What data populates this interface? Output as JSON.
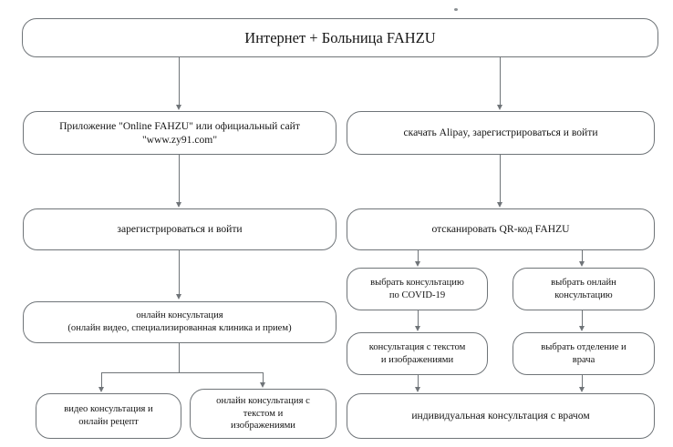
{
  "diagram": {
    "title_node": {
      "id": "root",
      "text": "Интернет + Больница FAHZU"
    },
    "nodes": [
      {
        "id": "app_site",
        "text": "Приложение \"Online FAHZU\" или официальный сайт \"www.zy91.com\""
      },
      {
        "id": "alipay",
        "text": "скачать Alipay, зарегистрироваться и войти"
      },
      {
        "id": "register",
        "text": "зарегистрироваться и войти"
      },
      {
        "id": "scan_qr",
        "text": "отсканировать QR-код FAHZU"
      },
      {
        "id": "online_cons",
        "text": "онлайн консультация\n(онлайн видео, специализированная клиника и прием)"
      },
      {
        "id": "covid_cons",
        "text": "выбрать консультацию\nпо COVID-19"
      },
      {
        "id": "online_sel",
        "text": "выбрать онлайн\nконсультацию"
      },
      {
        "id": "text_img",
        "text": "консультация с текстом\nи изображениями"
      },
      {
        "id": "dept_doc",
        "text": "выбрать отделение и\nврача"
      },
      {
        "id": "video_rx",
        "text": "видео консультация и\nонлайн рецепт"
      },
      {
        "id": "online_text",
        "text": "онлайн консультация с\nтекстом и\nизображениями"
      },
      {
        "id": "individual",
        "text": "индивидуальная консультация с врачом"
      }
    ],
    "edges": [
      {
        "from": "root",
        "to": "app_site"
      },
      {
        "from": "root",
        "to": "alipay"
      },
      {
        "from": "app_site",
        "to": "register"
      },
      {
        "from": "alipay",
        "to": "scan_qr"
      },
      {
        "from": "register",
        "to": "online_cons"
      },
      {
        "from": "scan_qr",
        "to": "covid_cons"
      },
      {
        "from": "scan_qr",
        "to": "online_sel"
      },
      {
        "from": "covid_cons",
        "to": "text_img"
      },
      {
        "from": "online_sel",
        "to": "dept_doc"
      },
      {
        "from": "online_cons",
        "to": "video_rx"
      },
      {
        "from": "online_cons",
        "to": "online_text"
      },
      {
        "from": "text_img",
        "to": "individual"
      },
      {
        "from": "dept_doc",
        "to": "individual"
      }
    ],
    "colors": {
      "node_border": "#6f7478",
      "node_fill": "#ffffff",
      "connector": "#6f7478",
      "text": "#141414",
      "background": "#ffffff"
    }
  }
}
